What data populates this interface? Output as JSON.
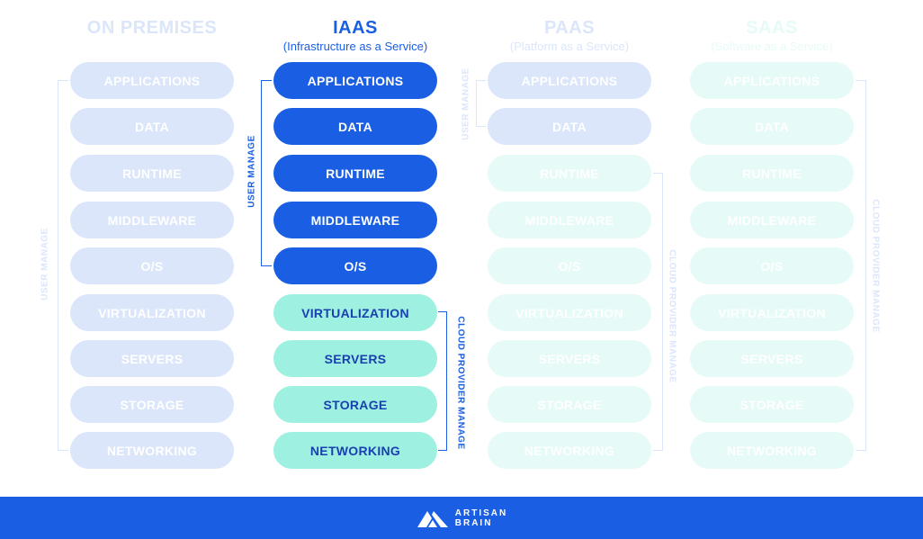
{
  "columns": [
    {
      "title": "ON PREMISES",
      "subtitle": "",
      "items": [
        "APPLICATIONS",
        "DATA",
        "RUNTIME",
        "MIDDLEWARE",
        "O/S",
        "VIRTUALIZATION",
        "SERVERS",
        "STORAGE",
        "NETWORKING"
      ]
    },
    {
      "title": "IAAS",
      "subtitle": "(Infrastructure as a Service)",
      "items": [
        "APPLICATIONS",
        "DATA",
        "RUNTIME",
        "MIDDLEWARE",
        "O/S",
        "VIRTUALIZATION",
        "SERVERS",
        "STORAGE",
        "NETWORKING"
      ]
    },
    {
      "title": "PAAS",
      "subtitle": "(Platform as a Service)",
      "items": [
        "APPLICATIONS",
        "DATA",
        "RUNTIME",
        "MIDDLEWARE",
        "O/S",
        "VIRTUALIZATION",
        "SERVERS",
        "STORAGE",
        "NETWORKING"
      ]
    },
    {
      "title": "SAAS",
      "subtitle": "(Software as a Service)",
      "items": [
        "APPLICATIONS",
        "DATA",
        "RUNTIME",
        "MIDDLEWARE",
        "O/S",
        "VIRTUALIZATION",
        "SERVERS",
        "STORAGE",
        "NETWORKING"
      ]
    }
  ],
  "labels": {
    "user_manage": "USER MANAGE",
    "cloud_provider_manage": "CLOUD PROVIDER MANAGE"
  },
  "footer": {
    "brand_line1": "ARTISAN",
    "brand_line2": "BRAIN"
  },
  "colors": {
    "primary_blue": "#1a5fe3",
    "light_blue": "#dbe6fb",
    "teal": "#9ef0e1",
    "faint_teal": "#e6fbf7",
    "dark_text_blue": "#1a3fb0"
  }
}
